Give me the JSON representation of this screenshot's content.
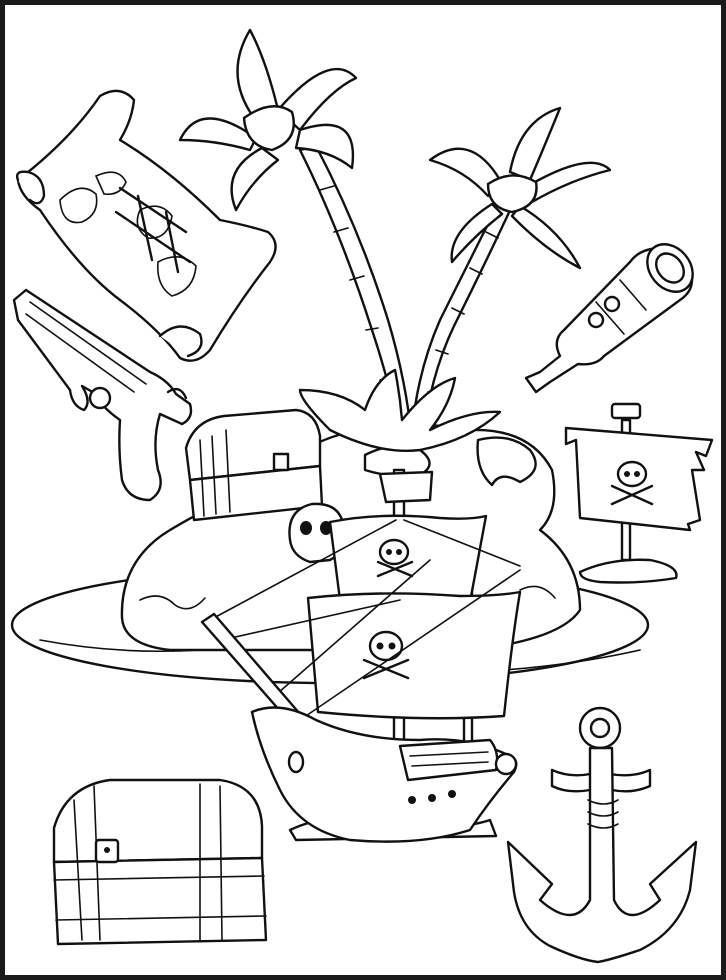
{
  "page": {
    "kind": "coloring-page",
    "border_color": "#1a1a1a",
    "line_color": "#111111",
    "background": "#ffffff"
  },
  "illustration": {
    "objects": [
      "treasure-map",
      "flintlock-pistol",
      "palm-tree",
      "palm-tree",
      "spyglass",
      "small-treasure-chest",
      "island",
      "skull-rock",
      "jolly-roger-flag",
      "pirate-ship",
      "treasure-chest",
      "anchor"
    ],
    "icons": [
      "skull-crossbones-icon"
    ]
  }
}
